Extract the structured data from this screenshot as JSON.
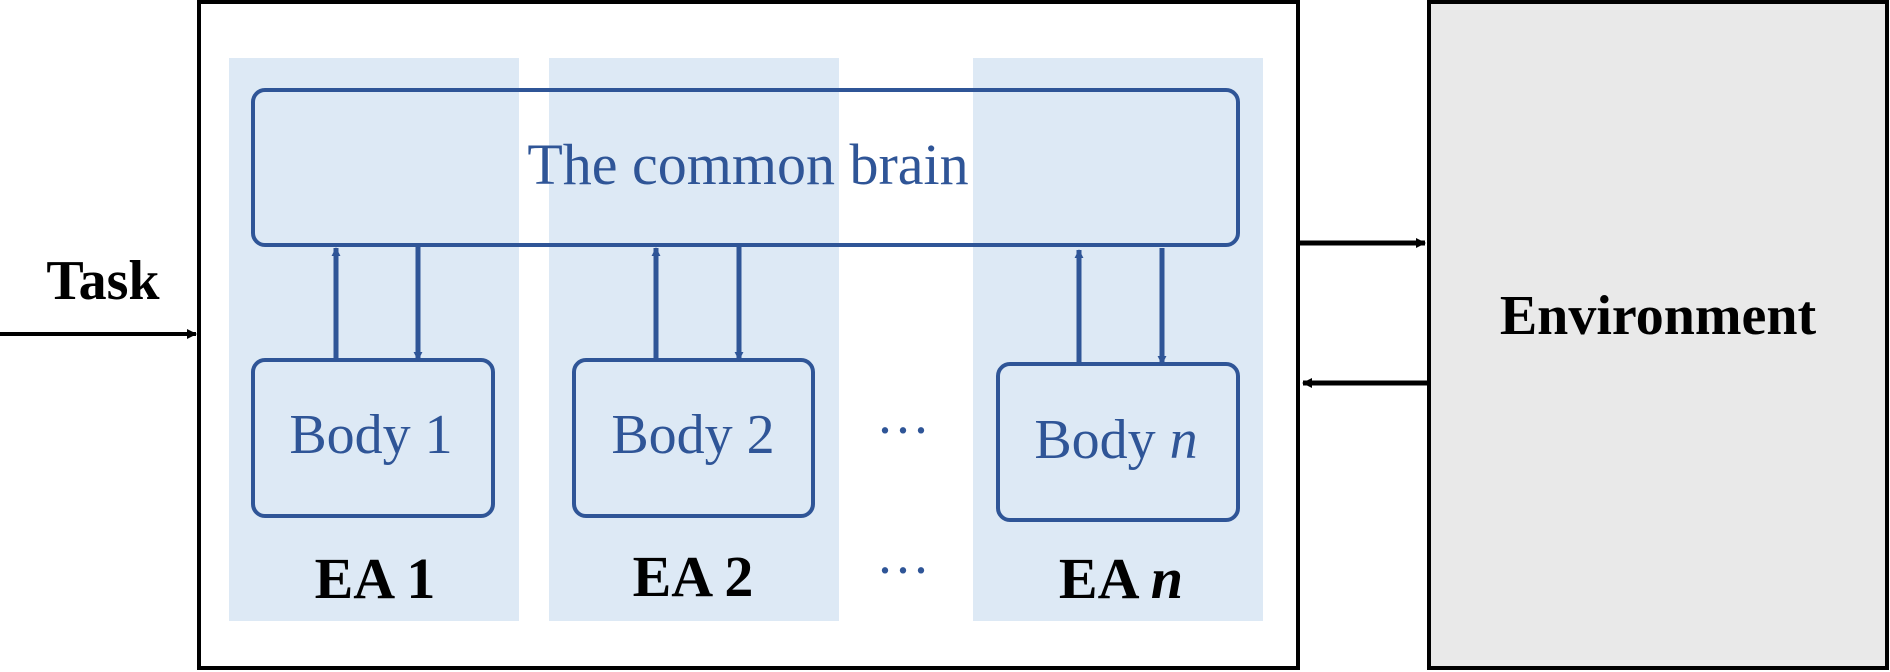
{
  "task": {
    "label": "Task"
  },
  "system": {
    "brain": {
      "label": "The common brain"
    },
    "agents": [
      {
        "body_label": "Body 1",
        "agent_label": "EA 1"
      },
      {
        "body_label": "Body 2",
        "agent_label": "EA 2"
      },
      {
        "body_prefix": "Body ",
        "body_var": "n",
        "agent_prefix": "EA ",
        "agent_var": "n"
      }
    ],
    "ellipsis": "···"
  },
  "environment": {
    "label": "Environment"
  },
  "colors": {
    "accent_blue": "#2f5597",
    "column_fill": "#dde9f5",
    "environment_fill": "#e9e9e9",
    "frame": "#000000"
  }
}
